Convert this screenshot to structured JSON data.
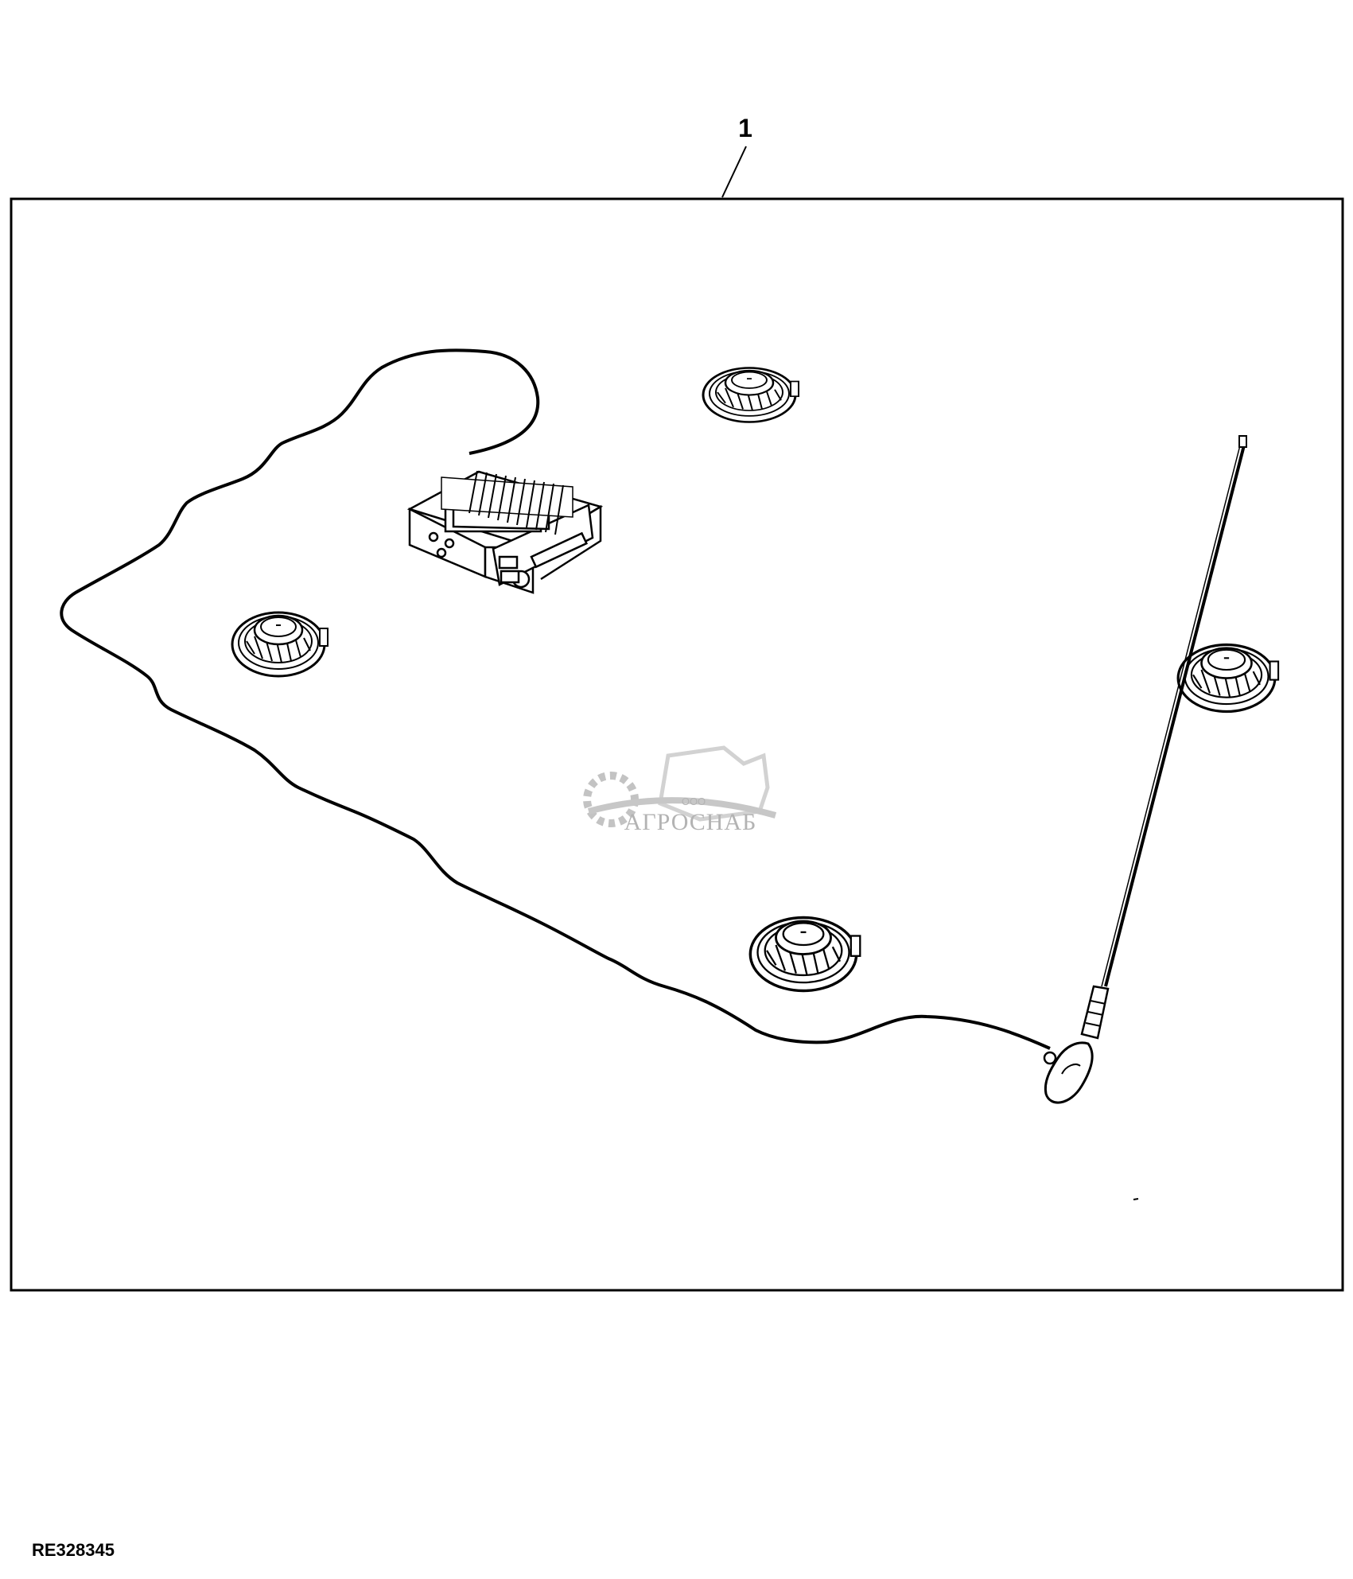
{
  "diagram": {
    "callout_number": "1",
    "figure_id": "RE328345",
    "watermark": {
      "company_prefix": "ООО",
      "company_name": "АГРОСНАБ"
    },
    "parts": [
      {
        "name": "radio-unit"
      },
      {
        "name": "speaker-top"
      },
      {
        "name": "speaker-left"
      },
      {
        "name": "speaker-right"
      },
      {
        "name": "speaker-bottom"
      },
      {
        "name": "antenna"
      },
      {
        "name": "wiring-harness"
      }
    ]
  }
}
